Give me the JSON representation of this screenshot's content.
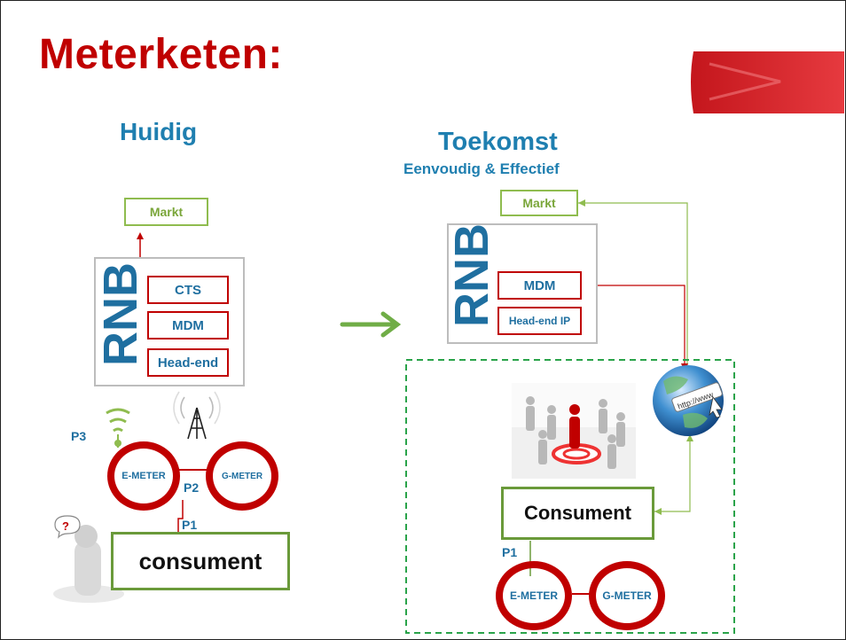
{
  "title": "Meterketen:",
  "left": {
    "heading": "Huidig",
    "markt": "Markt",
    "rnb": "RNB",
    "cts": "CTS",
    "mdm": "MDM",
    "headend": "Head-end",
    "p3": "P3",
    "p2": "P2",
    "p1": "P1",
    "emeter": "E-METER",
    "gmeter": "G-METER",
    "consumer": "consument"
  },
  "right": {
    "heading": "Toekomst",
    "subheading": "Eenvoudig & Effectief",
    "markt": "Markt",
    "rnb": "RNB",
    "mdm": "MDM",
    "headend": "Head-end IP",
    "consumer": "Consument",
    "p1": "P1",
    "emeter": "E-METER",
    "gmeter": "G-METER",
    "globe_text": "http://www"
  },
  "colors": {
    "title_red": "#c00000",
    "blue": "#1f6fa0",
    "green": "#8fbc4f",
    "arrow_green": "#70ad47"
  }
}
